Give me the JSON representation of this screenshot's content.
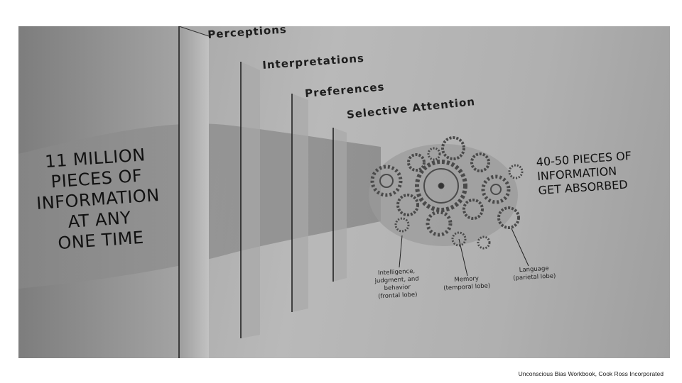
{
  "photo": {
    "left_text_lines": [
      "11 MILLION",
      "PIECES OF",
      "INFORMATION",
      "AT ANY",
      "ONE TIME"
    ],
    "right_text_lines": [
      "40-50 PIECES OF",
      "INFORMATION",
      "GET ABSORBED"
    ],
    "filters": {
      "perceptions": "Perceptions",
      "interpretations": "Interpretations",
      "preferences": "Preferences",
      "selective_attention": "Selective Attention"
    },
    "brain_labels": {
      "frontal": [
        "Intelligence,",
        "judgment, and",
        "behavior",
        "(frontal lobe)"
      ],
      "temporal": [
        "Memory",
        "(temporal lobe)"
      ],
      "parietal": [
        "Language",
        "(parietal lobe)"
      ]
    },
    "colors": {
      "funnel": "#959595",
      "panel_edge": "#1a1a1a",
      "gear": "#555555"
    }
  },
  "caption": "Unconscious Bias Workbook, Cook Ross Incorporated"
}
